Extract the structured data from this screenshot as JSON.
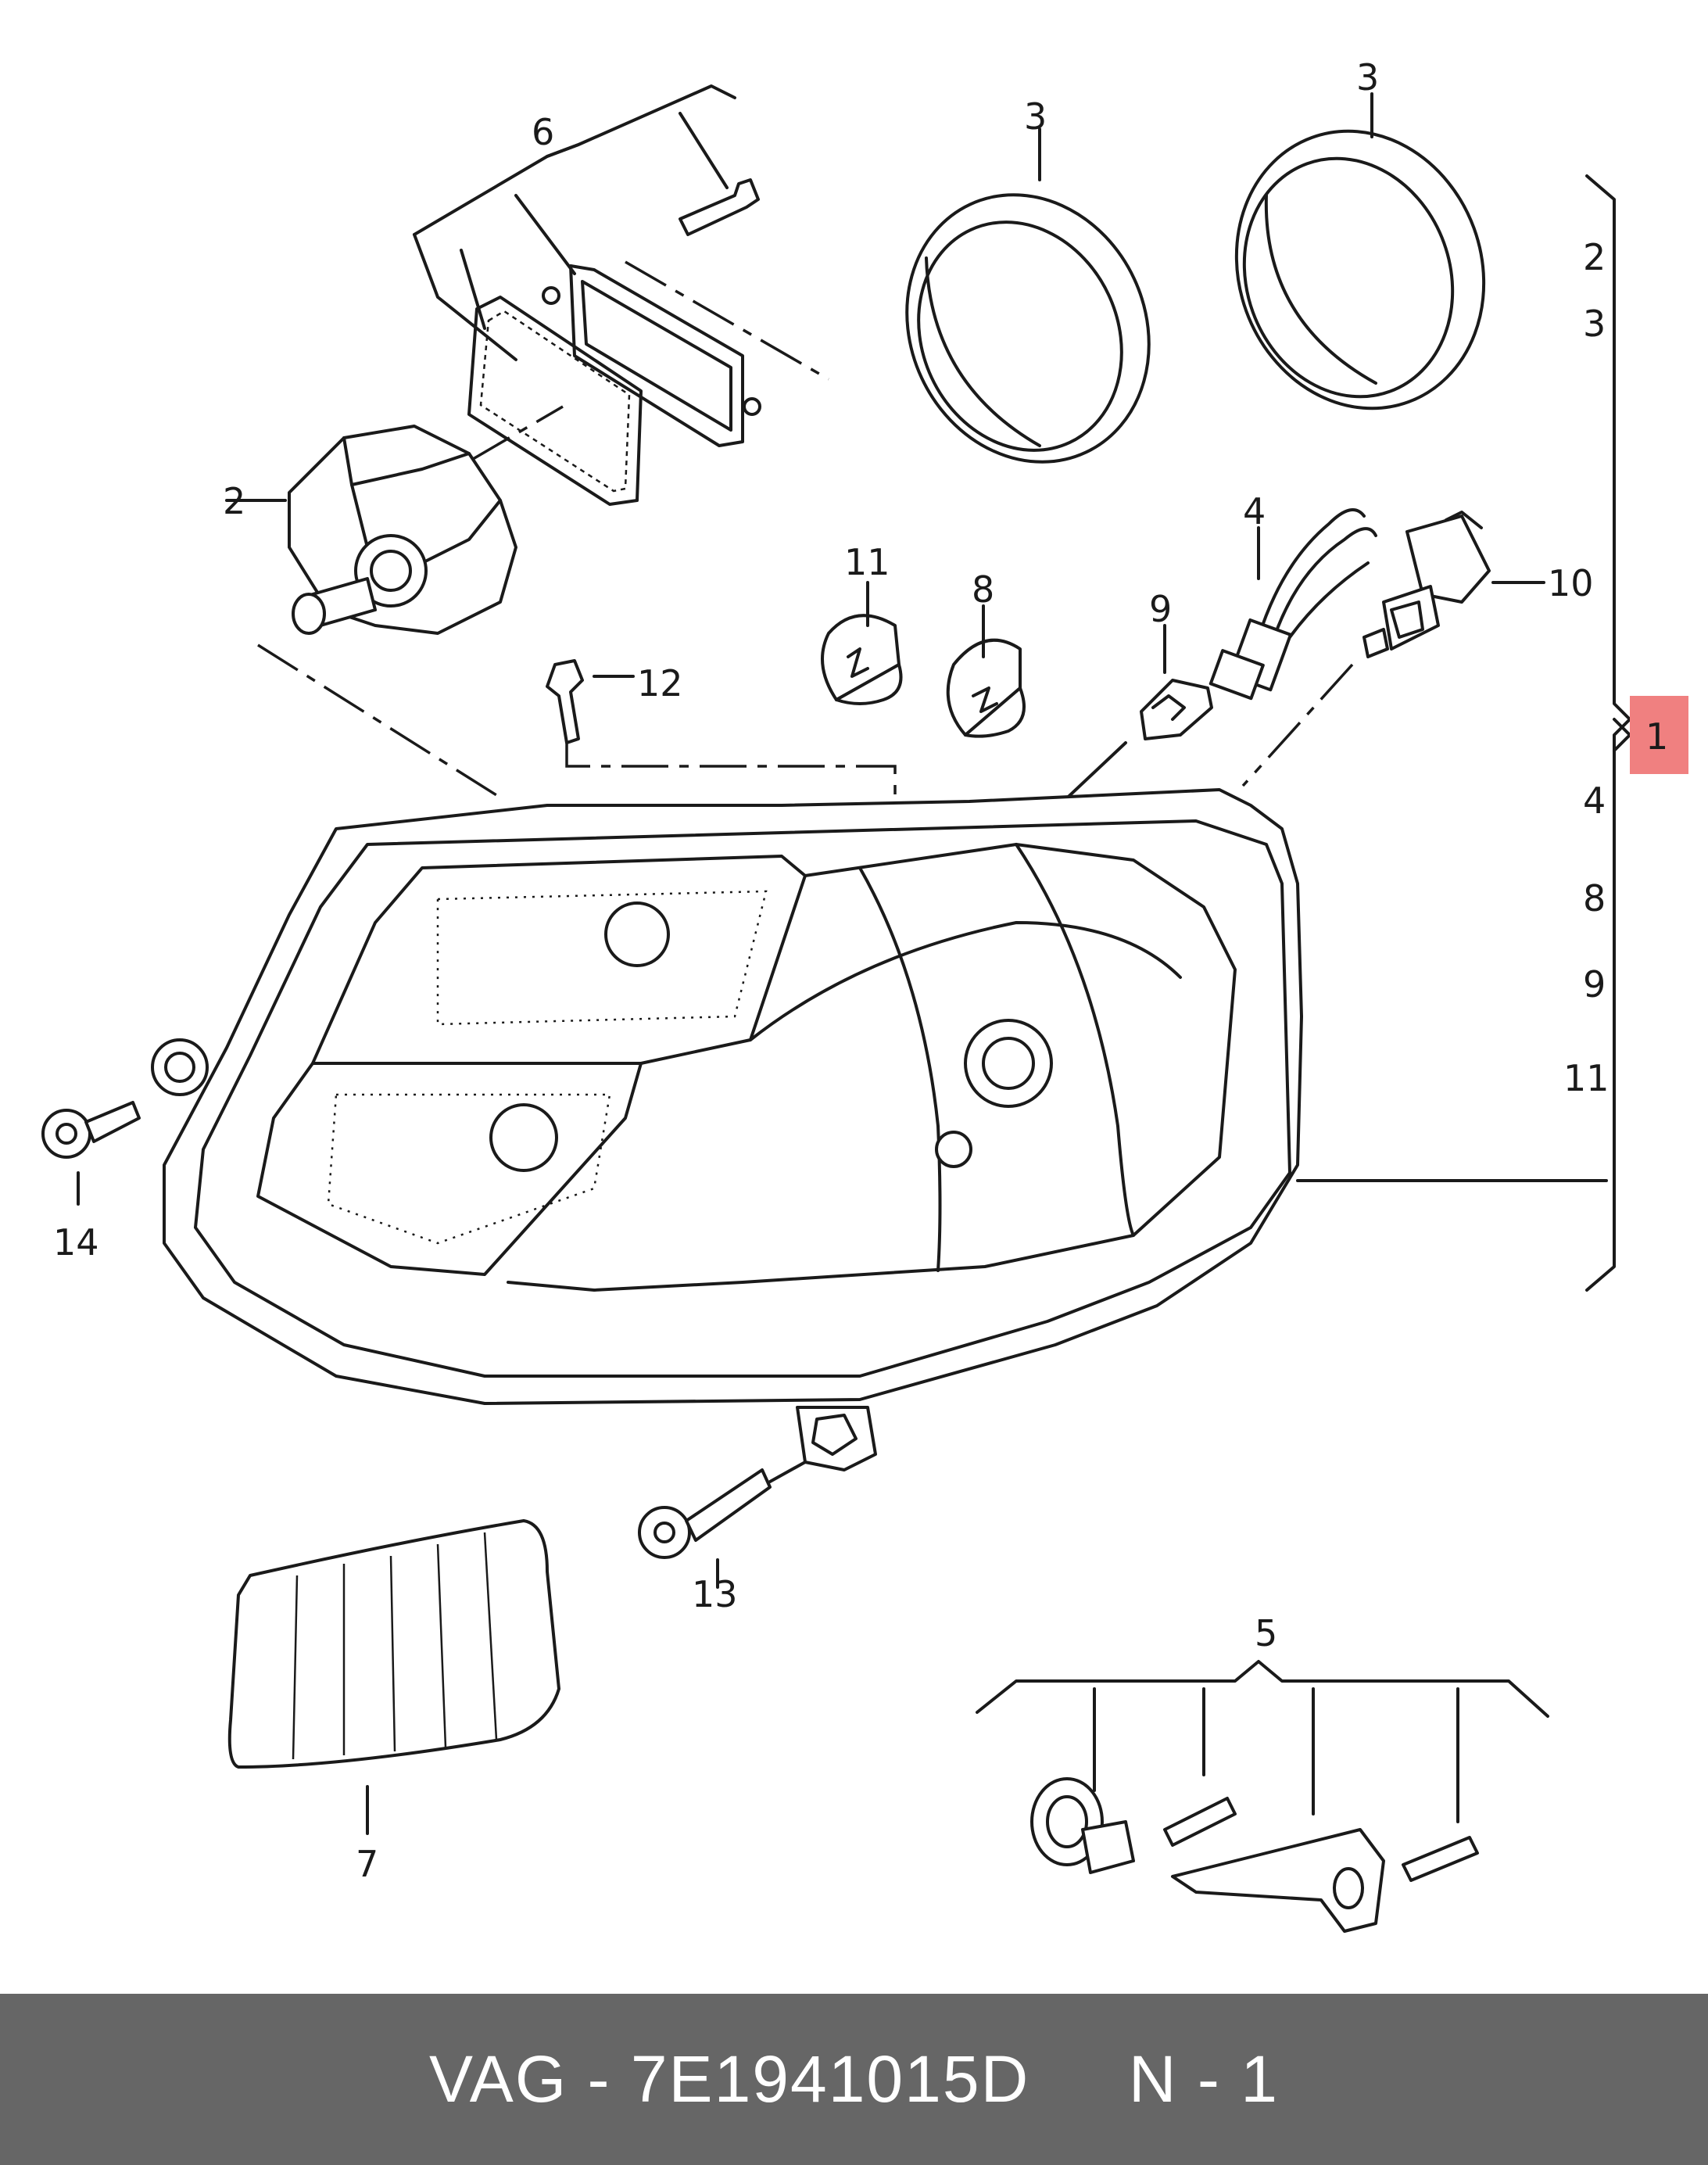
{
  "callouts": {
    "c1": "1",
    "c2_left": "2",
    "c2_list": "2",
    "c3_left": "3",
    "c3_right": "3",
    "c3_list": "3",
    "c4_top": "4",
    "c4_list": "4",
    "c5": "5",
    "c6": "6",
    "c7": "7",
    "c8_top": "8",
    "c8_list": "8",
    "c9_top": "9",
    "c9_list": "9",
    "c10": "10",
    "c11_top": "11",
    "c11_list": "11",
    "c12": "12",
    "c13": "13",
    "c14": "14"
  },
  "highlight_color": "#f08080",
  "footer": {
    "text": "VAG - 7E1941015D     N - 1",
    "background": "#666666",
    "color": "#ffffff"
  }
}
